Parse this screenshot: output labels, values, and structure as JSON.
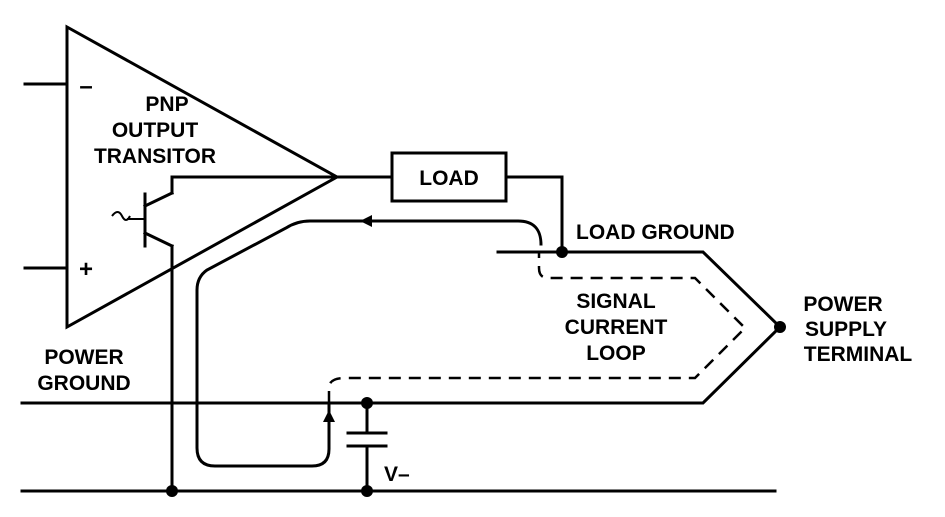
{
  "labels": {
    "minus": "–",
    "plus": "+",
    "pnp_line1": "PNP",
    "pnp_line2": "OUTPUT",
    "pnp_line3": "TRANSITOR",
    "load": "LOAD",
    "load_ground": "LOAD GROUND",
    "signal_line1": "SIGNAL",
    "signal_line2": "CURRENT",
    "signal_line3": "LOOP",
    "psu_line1": "POWER",
    "psu_line2": "SUPPLY",
    "psu_line3": "TERMINAL",
    "pg_line1": "POWER",
    "pg_line2": "GROUND",
    "vminus": "V–"
  },
  "colors": {
    "ink": "#000000",
    "background": "#ffffff"
  }
}
